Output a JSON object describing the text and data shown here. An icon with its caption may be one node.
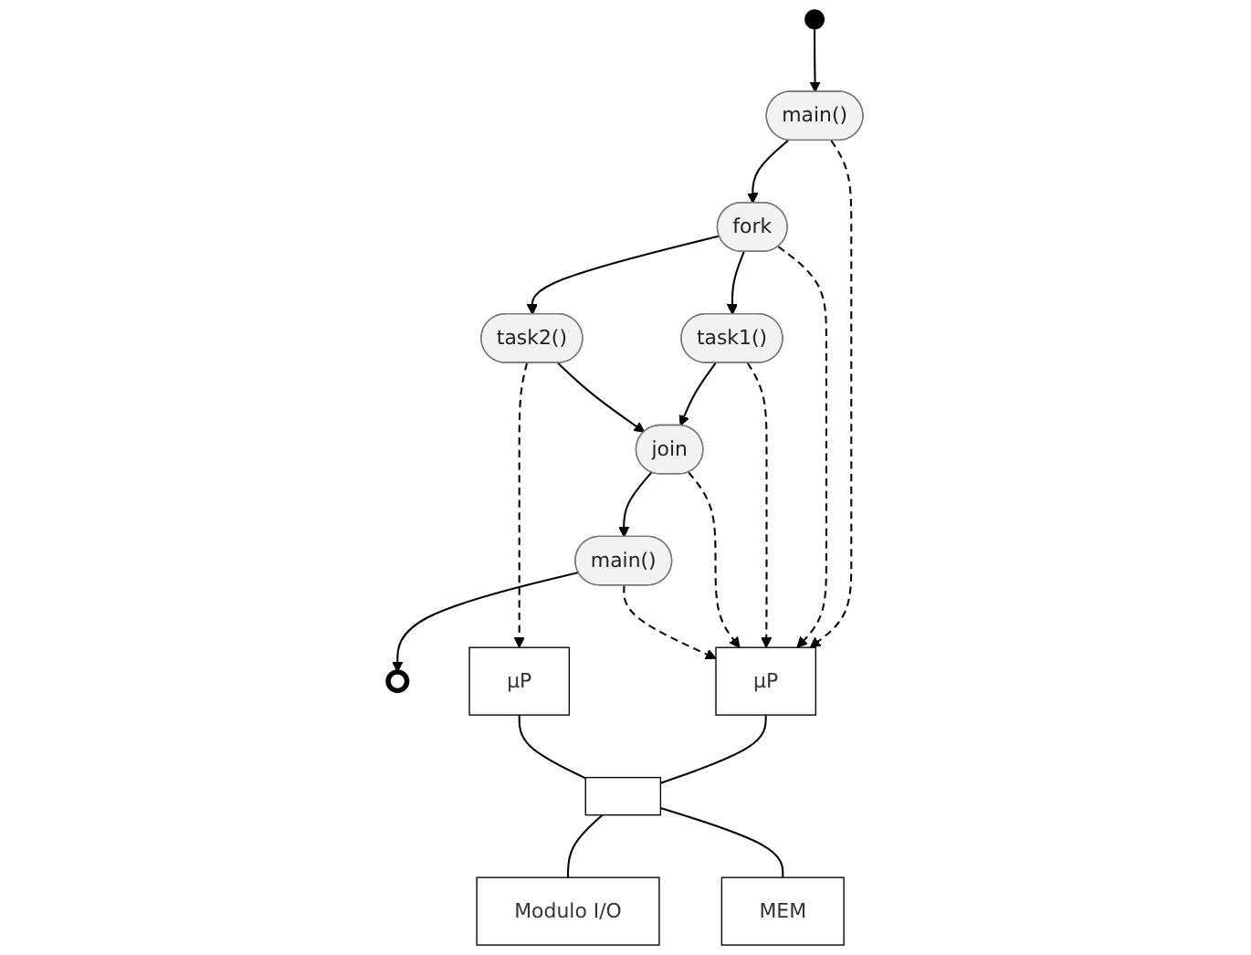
{
  "diagram": {
    "nodes": [
      {
        "text": [],
        "shape": "circle"
      },
      {
        "text": [
          "main()"
        ]
      },
      {
        "text": [
          "fork"
        ]
      },
      {
        "text": [
          "task1()"
        ]
      },
      {
        "text": [
          "task2()"
        ]
      },
      {
        "text": [
          "join"
        ]
      },
      {
        "text": [
          "main()"
        ]
      },
      {
        "text": [],
        "shape": "circle"
      },
      {
        "text": [
          "μP"
        ]
      },
      {
        "text": [
          "μP"
        ]
      },
      {
        "text": [],
        "shape": "bar"
      },
      {
        "text": [
          "Modulo I/O"
        ]
      },
      {
        "text": [
          "MEM"
        ]
      }
    ],
    "edges": [
      {
        "from": 0,
        "to": 1,
        "arrow": "to"
      },
      {
        "from": 1,
        "to": 2,
        "arrow": "to"
      },
      {
        "from": 2,
        "to": 3,
        "arrow": "to"
      },
      {
        "from": 2,
        "to": 4,
        "arrow": "to"
      },
      {
        "from": 3,
        "to": 5,
        "arrow": "to"
      },
      {
        "from": 4,
        "to": 5,
        "arrow": "to"
      },
      {
        "from": 5,
        "to": 6,
        "arrow": "to"
      },
      {
        "from": 6,
        "to": 7,
        "arrow": "to"
      },
      {
        "from": 1,
        "to": 8,
        "arrow": "to",
        "style": "dashed"
      },
      {
        "from": 2,
        "to": 8,
        "arrow": "to",
        "style": "dashed"
      },
      {
        "from": 3,
        "to": 8,
        "arrow": "to",
        "style": "dashed"
      },
      {
        "from": 4,
        "to": 9,
        "arrow": "to",
        "style": "dashed"
      },
      {
        "from": 5,
        "to": 8,
        "arrow": "to",
        "style": "dashed"
      },
      {
        "from": 6,
        "to": 8,
        "arrow": "to",
        "style": "dashed"
      },
      {
        "from": 8,
        "to": 10,
        "arrow": "none"
      },
      {
        "from": 9,
        "to": 10,
        "arrow": "none"
      },
      {
        "from": 10,
        "to": 11,
        "arrow": "none"
      },
      {
        "from": 10,
        "to": 12,
        "arrow": "none"
      }
    ]
  }
}
